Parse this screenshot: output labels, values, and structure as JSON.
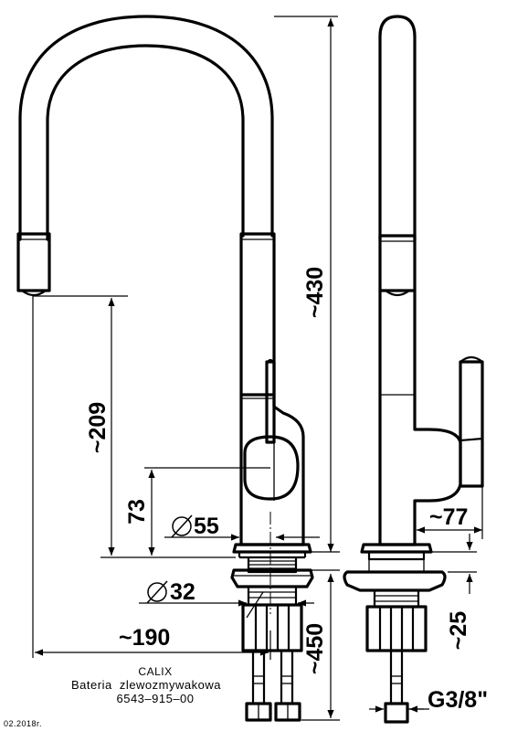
{
  "dimensions": {
    "total_height": "~430",
    "outlet_height": "~209",
    "handle_height": "73",
    "body_diameter": "55",
    "mount_diameter": "32",
    "reach": "~190",
    "hose_length": "~450",
    "handle_depth": "~77",
    "deck_thickness": "~25",
    "thread": "G3/8\""
  },
  "title_block": {
    "name": "CALIX",
    "description": "Bateria  zlewozmywakowa",
    "code": "6543–915–00",
    "date": "02.2018r."
  }
}
